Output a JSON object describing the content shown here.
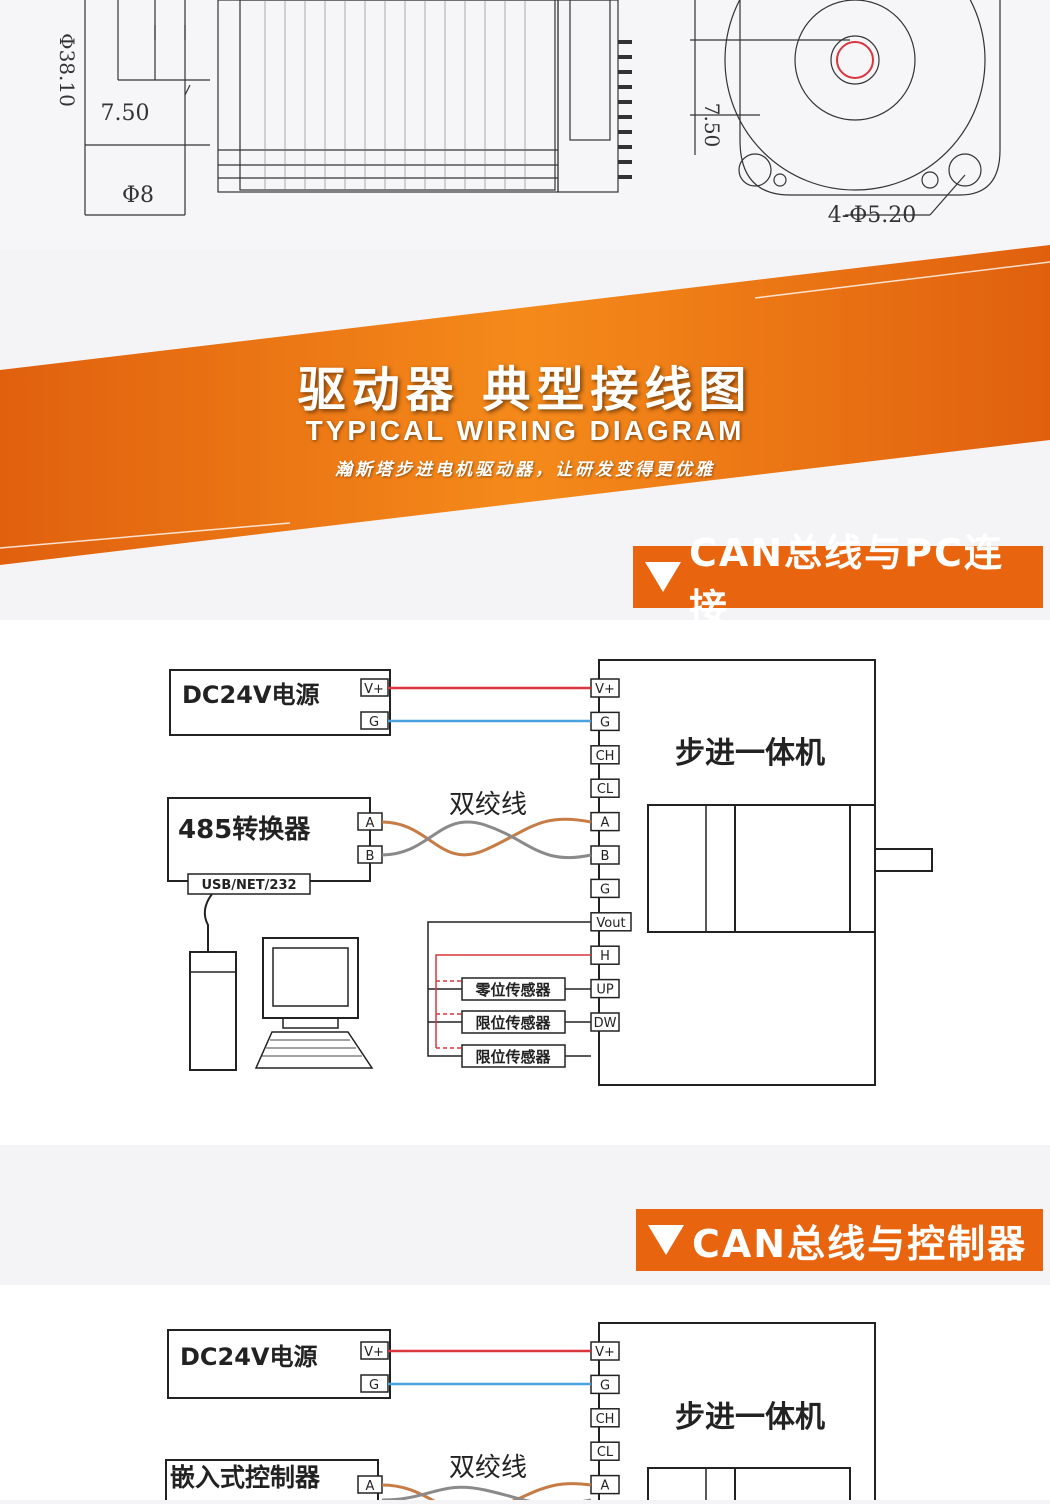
{
  "dimensions": {
    "left_phi_38": "Φ38.10",
    "left_7_50": "7.50",
    "left_phi_8": "Φ8",
    "right_7_50": "7.50",
    "holes": "4-Φ5.20"
  },
  "banner": {
    "title_cn": "驱动器 典型接线图",
    "title_en": "TYPICAL WIRING DIAGRAM",
    "subtitle": "瀚斯塔步进电机驱动器，让研发变得更优雅"
  },
  "section1": {
    "tag": "CAN总线与PC连接",
    "power_label": "DC24V电源",
    "converter_label": "485转换器",
    "usb_label": "USB/NET/232",
    "twisted_label": "双绞线",
    "motor_label": "步进一体机",
    "ps_pins": [
      "V+",
      "G"
    ],
    "conv_pins": [
      "A",
      "B"
    ],
    "drv_pins": [
      "V+",
      "G",
      "CH",
      "CL",
      "A",
      "B",
      "G",
      "Vout",
      "H",
      "UP",
      "DW"
    ],
    "sensors": [
      "零位传感器",
      "限位传感器",
      "限位传感器"
    ]
  },
  "section2": {
    "tag": "CAN总线与控制器",
    "power_label": "DC24V电源",
    "controller_label": "嵌入式控制器",
    "twisted_label": "双绞线",
    "motor_label": "步进一体机",
    "ps_pins": [
      "V+",
      "G"
    ],
    "ctrl_pins": [
      "A"
    ],
    "drv_pins": [
      "V+",
      "G",
      "CH",
      "CL",
      "A"
    ]
  },
  "colors": {
    "orange": "#e8640f",
    "red_wire": "#d9363e",
    "blue_wire": "#4aa3df",
    "twisted_a": "#c77b45",
    "twisted_b": "#8a8a8a"
  }
}
